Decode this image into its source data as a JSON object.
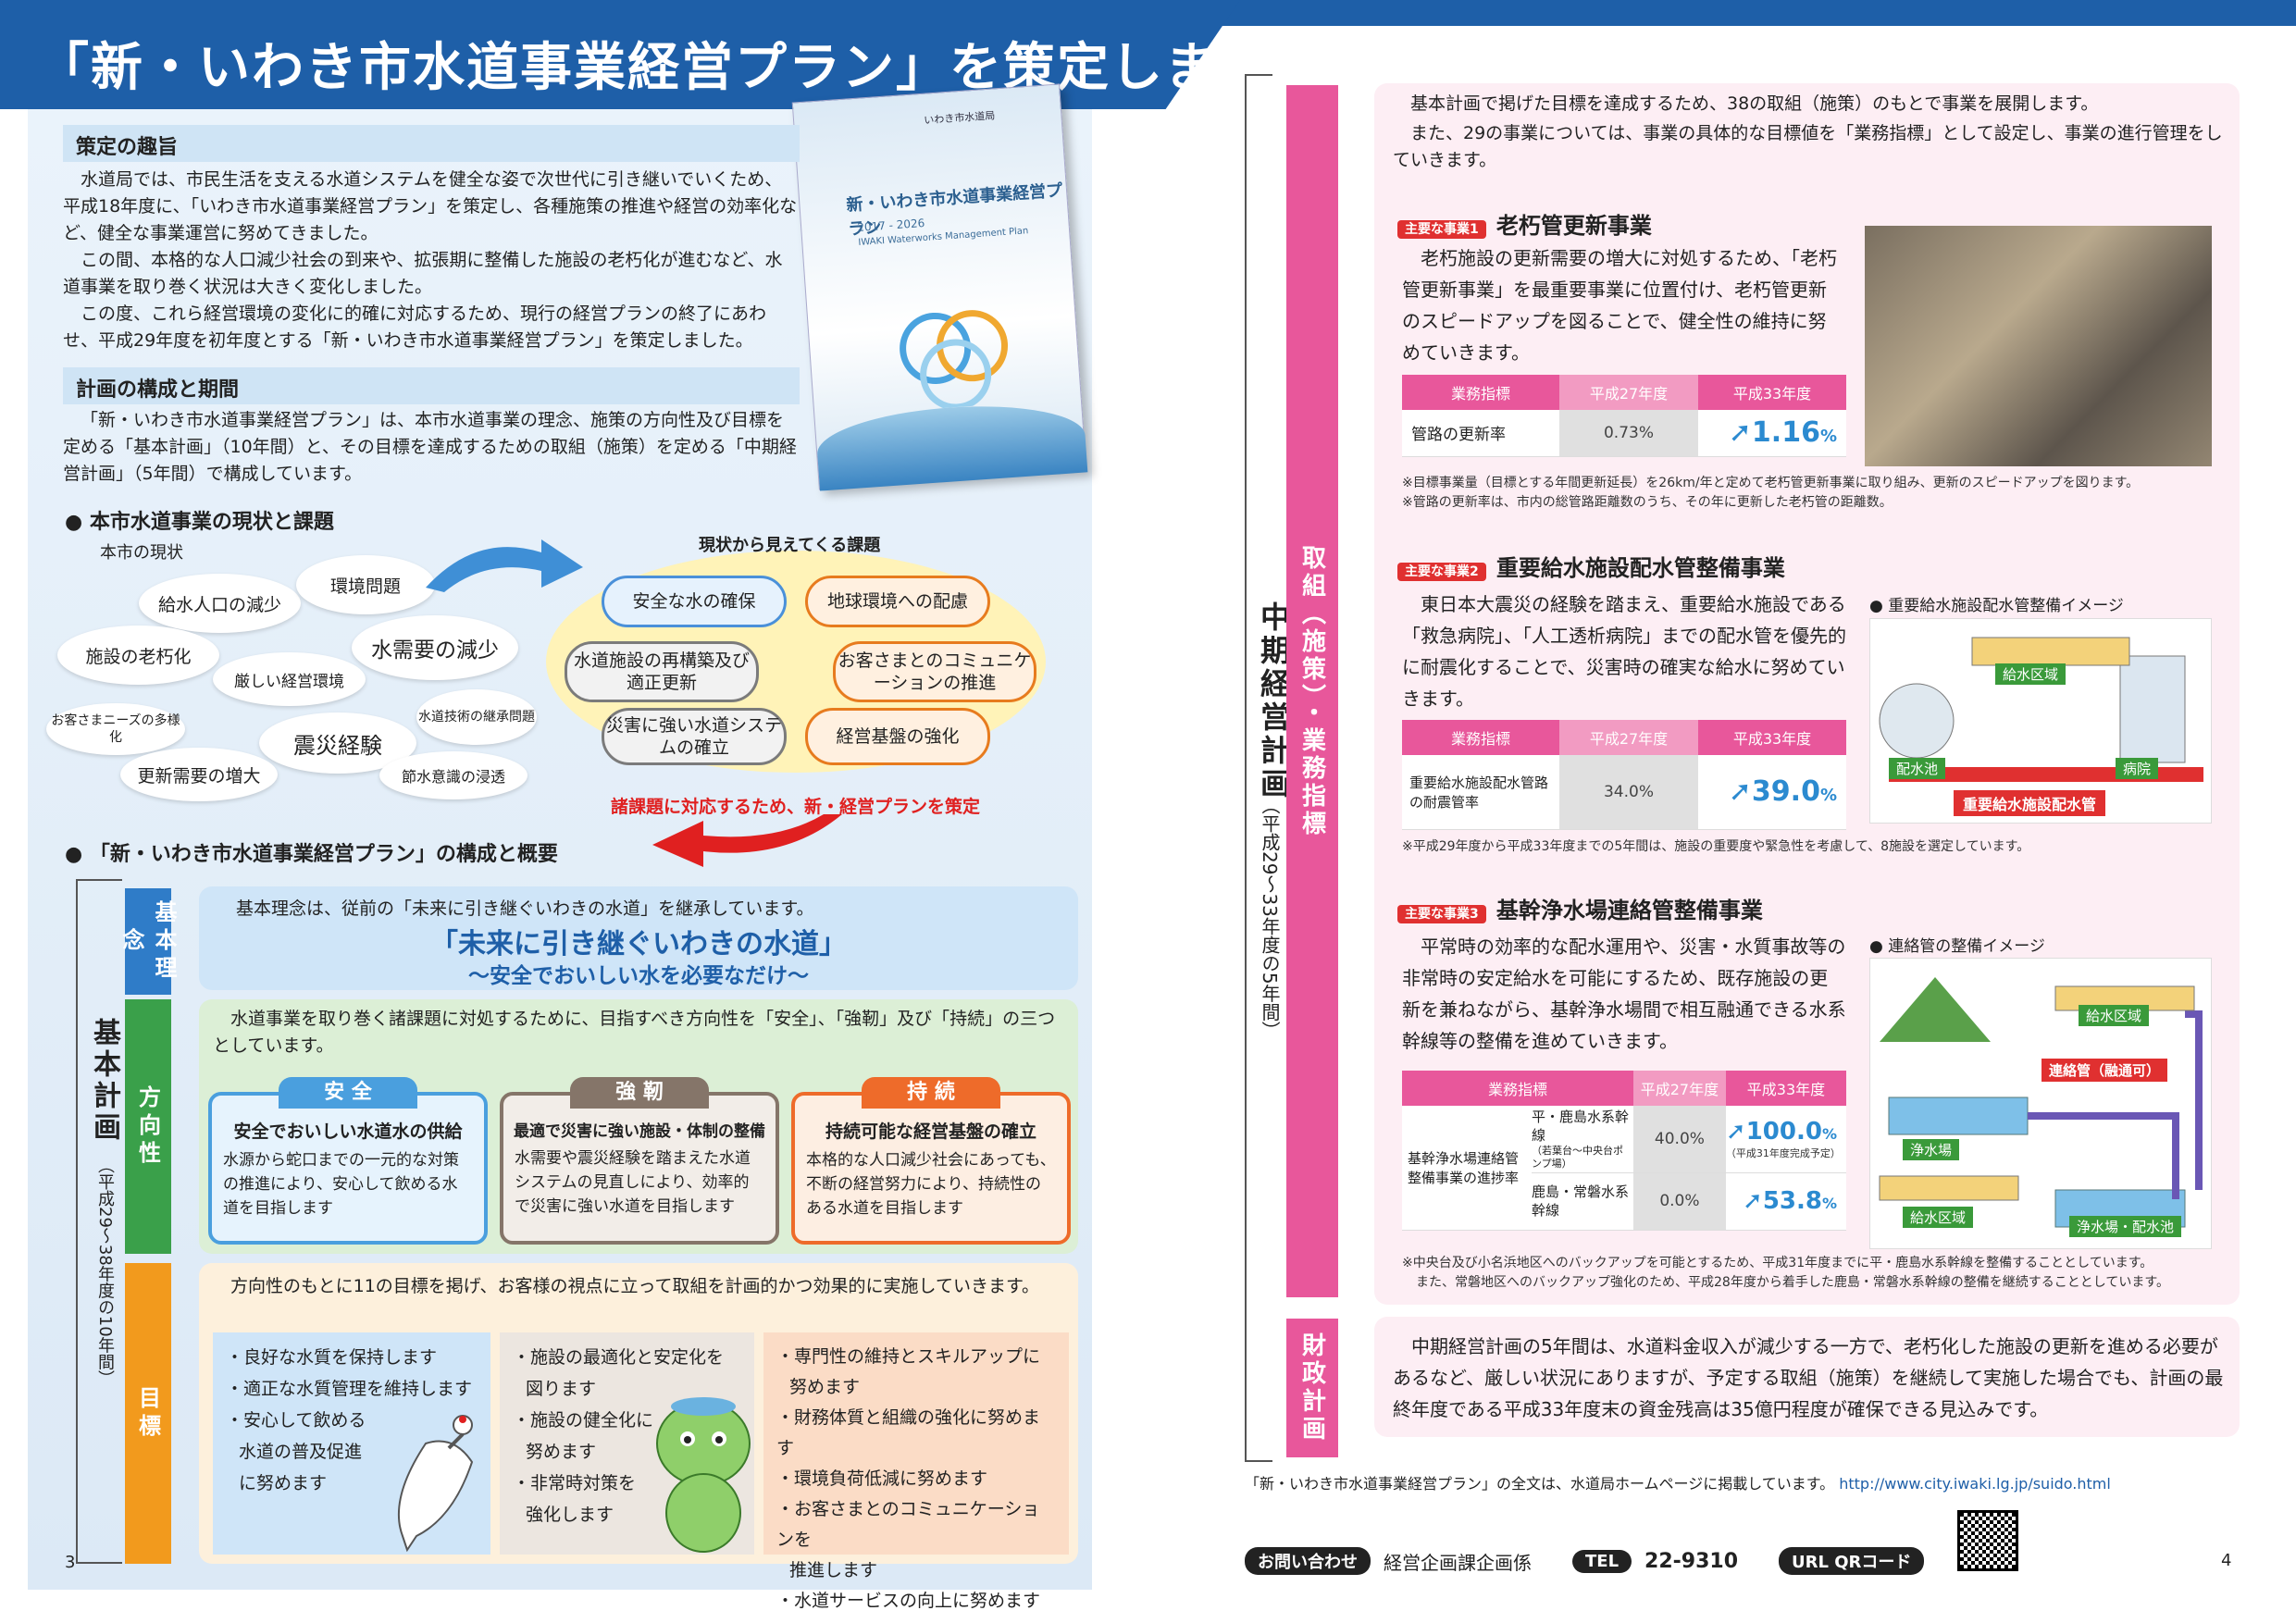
{
  "header": {
    "title": "「新・いわき市水道事業経営プラン」を策定しました"
  },
  "booklet": {
    "logo": "いわき市水道局",
    "title": "新・いわき市水道事業経営プラン",
    "sub": "2017 - 2026",
    "en": "IWAKI Waterworks Management Plan"
  },
  "sec1": {
    "heading": "策定の趣旨",
    "p1": "水道局では、市民生活を支える水道システムを健全な姿で次世代に引き継いでいくため、平成18年度に、「いわき市水道事業経営プラン」を策定し、各種施策の推進や経営の効率化など、健全な事業運営に努めてきました。",
    "p2": "この間、本格的な人口減少社会の到来や、拡張期に整備した施設の老朽化が進むなど、水道事業を取り巻く状況は大きく変化しました。",
    "p3": "この度、これら経営環境の変化に的確に対応するため、現行の経営プランの終了にあわせ、平成29年度を初年度とする「新・いわき市水道事業経営プラン」を策定しました。"
  },
  "sec2": {
    "heading": "計画の構成と期間",
    "p1": "「新・いわき市水道事業経営プラン」は、本市水道事業の理念、施策の方向性及び目標を定める「基本計画」（10年間）と、その目標を達成するための取組（施策）を定める「中期経営計画」（5年間）で構成しています。"
  },
  "status": {
    "heading": "本市水道事業の現状と課題",
    "current_label": "本市の現状",
    "clouds": [
      "給水人口の減少",
      "環境問題",
      "施設の老朽化",
      "厳しい経営環境",
      "水需要の減少",
      "お客さまニーズの多様化",
      "水道技術の継承問題",
      "震災経験",
      "更新需要の増大",
      "節水意識の浸透"
    ],
    "issues_label": "現状から見えてくる課題",
    "issues": [
      "安全な水の確保",
      "地球環境への配慮",
      "水道施設の再構築及び適正更新",
      "お客さまとのコミュニケーションの推進",
      "災害に強い水道システムの確立",
      "経営基盤の強化"
    ],
    "arrow_text": "諸課題に対応するため、新・経営プランを策定"
  },
  "plan": {
    "heading": "「新・いわき市水道事業経営プラン」の構成と概要",
    "kihon_label": "基本計画",
    "kihon_period": "（平成29〜38年度の10年間）",
    "tab_rinen": "基本理念",
    "tab_houkou": "方向性",
    "tab_mokuhyo": "目標",
    "rinen_text": "基本理念は、従前の「未来に引き継ぐいわきの水道」を継承しています。",
    "rinen_main": "「未来に引き継ぐいわきの水道」",
    "rinen_sub": "〜安全でおいしい水を必要なだけ〜",
    "houkou_text": "水道事業を取り巻く諸課題に対処するために、目指すべき方向性を「安全」、「強靭」及び「持続」の三つとしています。",
    "cards": [
      {
        "head": "安 全",
        "title": "安全でおいしい水道水の供給",
        "body": "水源から蛇口までの一元的な対策の推進により、安心して飲める水道を目指します"
      },
      {
        "head": "強 靭",
        "title": "最適で災害に強い施設・体制の整備",
        "body": "水需要や震災経験を踏まえた水道システムの見直しにより、効率的で災害に強い水道を目指します"
      },
      {
        "head": "持 続",
        "title": "持続可能な経営基盤の確立",
        "body": "本格的な人口減少社会にあっても、不断の経営努力により、持続性のある水道を目指します"
      }
    ],
    "mokuhyo_text": "方向性のもとに11の目標を掲げ、お客様の視点に立って取組を計画的かつ効果的に実施していきます。",
    "goals_a": [
      "・良好な水質を保持します",
      "・適正な水質管理を維持します",
      "・安心して飲める",
      "水道の普及促進",
      "に努めます"
    ],
    "goals_b": [
      "・施設の最適化と安定化を",
      "図ります",
      "・施設の健全化に",
      "努めます",
      "・非常時対策を",
      "強化します"
    ],
    "goals_c": [
      "・専門性の維持とスキルアップに",
      "努めます",
      "・財務体質と組織の強化に努めます",
      "・環境負荷低減に努めます",
      "・お客さまとのコミュニケーションを",
      "推進します",
      "・水道サービスの向上に努めます"
    ],
    "page_no": "3"
  },
  "right": {
    "chuki_label": "中期経営計画",
    "chuki_period": "（平成29〜33年度の5年間）",
    "tab_torikumi": "取組（施策）・業務指標",
    "tab_zaisei": "財政計画",
    "intro1": "基本計画で掲げた目標を達成するため、38の取組（施策）のもとで事業を展開します。",
    "intro2": "また、29の事業については、事業の具体的な目標値を「業務指標」として設定し、事業の進行管理をしていきます。",
    "table_head": [
      "業務指標",
      "平成27年度",
      "平成33年度"
    ],
    "projects": [
      {
        "tag": "主要な事業1",
        "title": "老朽管更新事業",
        "body": "老朽施設の更新需要の増大に対処するため、「老朽管更新事業」を最重要事業に位置付け、老朽管更新のスピードアップを図ることで、健全性の維持に努めていきます。",
        "rows": [
          {
            "label": "管路の更新率",
            "v27": "0.73%",
            "v33": "1.16",
            "unit": "%"
          }
        ],
        "note1": "※目標事業量（目標とする年間更新延長）を26km/年と定めて老朽管更新事業に取り組み、更新のスピードアップを図ります。",
        "note2": "※管路の更新率は、市内の総管路距離数のうち、その年に更新した老朽管の距離数。"
      },
      {
        "tag": "主要な事業2",
        "title": "重要給水施設配水管整備事業",
        "body": "東日本大震災の経験を踏まえ、重要給水施設である「救急病院」、「人工透析病院」までの配水管を優先的に耐震化することで、災害時の確実な給水に努めていきます。",
        "rows": [
          {
            "label": "重要給水施設配水管路の耐震管率",
            "v27": "34.0%",
            "v33": "39.0",
            "unit": "%"
          }
        ],
        "note1": "※平成29年度から平成33年度までの5年間は、施設の重要度や緊急性を考慮して、8施設を選定しています。",
        "img_title": "● 重要給水施設配水管整備イメージ",
        "img_labels": [
          "給水区域",
          "配水池",
          "病院",
          "重要給水施設配水管"
        ]
      },
      {
        "tag": "主要な事業3",
        "title": "基幹浄水場連絡管整備事業",
        "body": "平常時の効率的な配水運用や、災害・水質事故等の非常時の安定給水を可能にするため、既存施設の更新を兼ねながら、基幹浄水場間で相互融通できる水系幹線等の整備を進めていきます。",
        "row_label": "基幹浄水場連絡管整備事業の進捗率",
        "rows": [
          {
            "label": "平・鹿島水系幹線",
            "sublabel": "（若葉台〜中央台ポンプ場）",
            "v27": "40.0%",
            "v33": "100.0",
            "unit": "%",
            "extra": "（平成31年度完成予定）"
          },
          {
            "label": "鹿島・常磐水系幹線",
            "v27": "0.0%",
            "v33": "53.8",
            "unit": "%"
          }
        ],
        "note1": "※中央台及び小名浜地区へのバックアップを可能とするため、平成31年度までに平・鹿島水系幹線を整備することとしています。",
        "note2": "また、常磐地区へのバックアップ強化のため、平成28年度から着手した鹿島・常磐水系幹線の整備を継続することとしています。",
        "img_title": "● 連絡管の整備イメージ",
        "img_labels": [
          "給水区域",
          "連絡管（融通可）",
          "浄水場",
          "給水区域",
          "浄水場・配水池"
        ]
      }
    ],
    "zaisei_text": "中期経営計画の5年間は、水道料金収入が減少する一方で、老朽化した施設の更新を進める必要があるなど、厳しい状況にありますが、予定する取組（施策）を継続して実施した場合でも、計画の最終年度である平成33年度末の資金残高は35億円程度が確保できる見込みです。",
    "hp_text": "「新・いわき市水道事業経営プラン」の全文は、水道局ホームページに掲載しています。",
    "hp_url": "http://www.city.iwaki.lg.jp/suido.html",
    "contact_label": "お問い合わせ",
    "contact_dept": "経営企画課企画係",
    "tel_label": "TEL",
    "tel": "22-9310",
    "qr_label": "URL QRコード",
    "page_no": "4"
  }
}
